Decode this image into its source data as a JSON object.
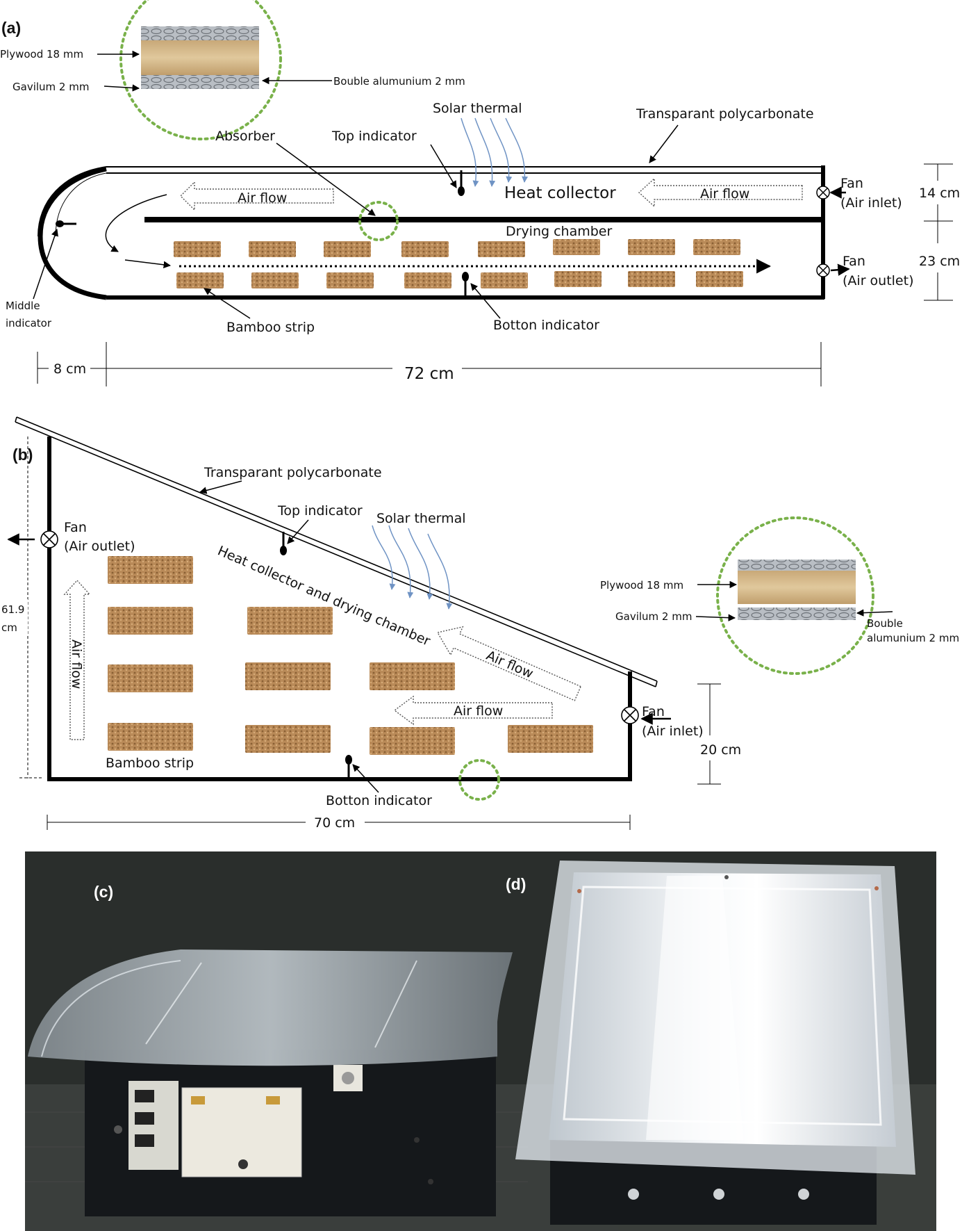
{
  "colors": {
    "wall": "#000000",
    "dotted_circle": "#79b14a",
    "solar_ray": "#6f93c4",
    "bamboo": "#b98a58",
    "bamboo_dark": "#8a6034",
    "plywood": "#d9bf93",
    "photo_bg": "#2a2e2c",
    "cover": "#cfd6dc"
  },
  "panel_a": {
    "letter": "(a)",
    "inset": {
      "plywood": "Plywood 18 mm",
      "gavilum": "Gavilum 2 mm",
      "bouble": "Bouble alumunium 2 mm"
    },
    "absorber": "Absorber",
    "top_indicator": "Top indicator",
    "solar_thermal": "Solar thermal",
    "transparent": "Transparant polycarbonate",
    "heat_collector": "Heat collector",
    "air_flow_left": "Air flow",
    "air_flow_right": "Air flow",
    "drying_chamber": "Drying chamber",
    "fan_inlet": "Fan",
    "fan_inlet_sub": "(Air inlet)",
    "fan_outlet": "Fan",
    "fan_outlet_sub": "(Air outlet)",
    "middle_indicator_1": "Middle",
    "middle_indicator_2": "indicator",
    "bamboo_strip": "Bamboo strip",
    "bottom_indicator": "Botton indicator",
    "dim_14": "14 cm",
    "dim_23": "23 cm",
    "dim_8": "8 cm",
    "dim_72": "72 cm"
  },
  "panel_b": {
    "letter": "(b)",
    "transparent": "Transparant polycarbonate",
    "top_indicator": "Top indicator",
    "solar_thermal": "Solar thermal",
    "heat_collector": "Heat collector and drying chamber",
    "fan_outlet": "Fan",
    "fan_outlet_sub": "(Air outlet)",
    "dim_height_1": "61.9",
    "dim_height_2": "cm",
    "air_flow_vertical": "Air flow",
    "air_flow_diag": "Air flow",
    "air_flow_low": "Air flow",
    "bamboo_strip": "Bamboo strip",
    "fan_inlet": "Fan",
    "fan_inlet_sub": "(Air inlet)",
    "dim_20": "20 cm",
    "bottom_indicator": "Botton indicator",
    "dim_70": "70 cm",
    "inset": {
      "plywood": "Plywood 18 mm",
      "gavilum": "Gavilum 2 mm",
      "bouble_1": "Bouble",
      "bouble_2": "alumunium 2 mm"
    }
  },
  "photos": {
    "c": "(c)",
    "d": "(d)"
  }
}
